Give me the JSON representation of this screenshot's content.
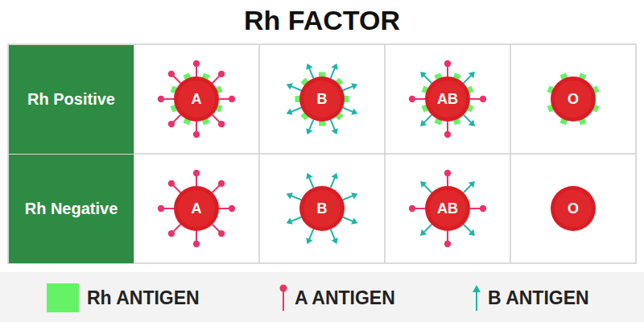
{
  "diagram": {
    "title": "Rh FACTOR",
    "nodes": [
      {
        "text": [
          "Rh Positive"
        ]
      },
      {
        "text": [
          "A"
        ]
      },
      {
        "text": [
          "B"
        ]
      },
      {
        "text": [
          "AB"
        ]
      },
      {
        "text": [
          "O"
        ]
      },
      {
        "text": [
          "Rh Negative"
        ]
      },
      {
        "text": [
          "A"
        ]
      },
      {
        "text": [
          "B"
        ]
      },
      {
        "text": [
          "AB"
        ]
      },
      {
        "text": [
          "O"
        ]
      }
    ],
    "legend": [
      {
        "text": "Rh ANTIGEN",
        "color": "#66f266"
      },
      {
        "text": "A ANTIGEN"
      },
      {
        "text": "B ANTIGEN"
      }
    ]
  }
}
